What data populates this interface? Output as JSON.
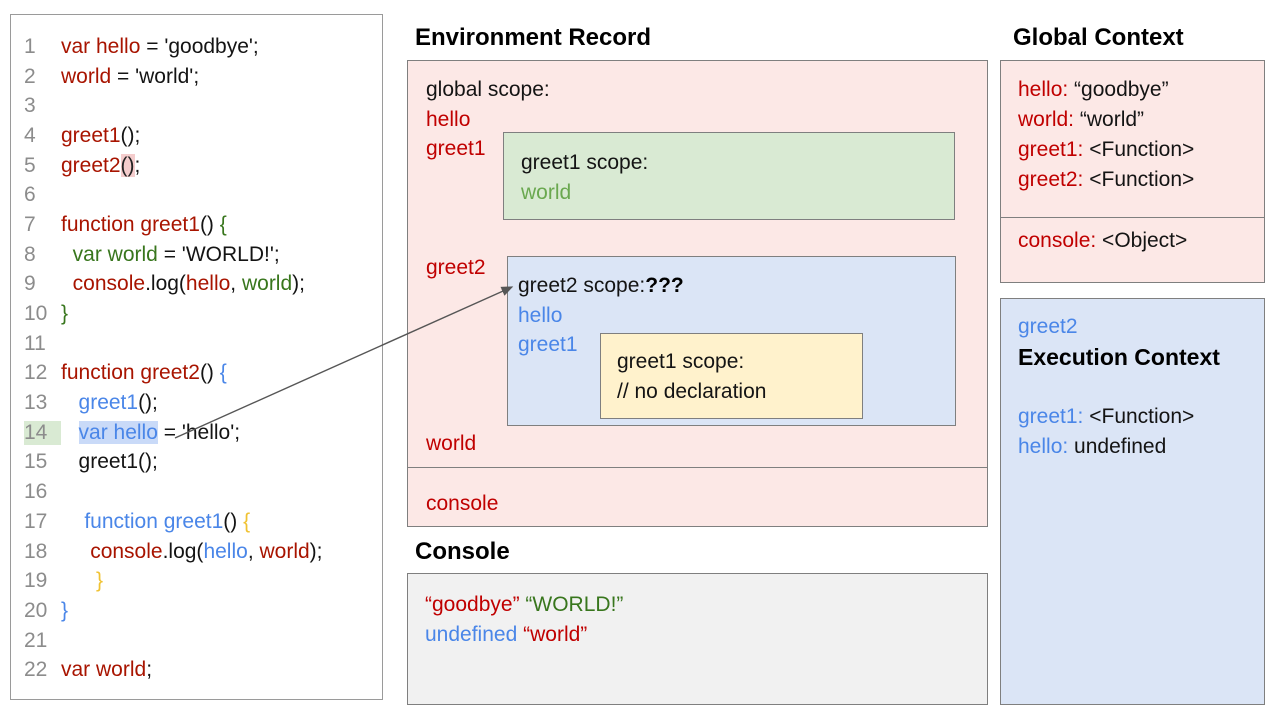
{
  "colors": {
    "pink_bg": "#fce8e6",
    "green_bg": "#d9ead3",
    "blue_bg": "#dbe5f6",
    "yellow_bg": "#fff2cc",
    "gray_bg": "#f1f1f1",
    "code_red": "#a81400",
    "panel_red": "#c00000",
    "green_text": "#38761d",
    "light_green_text": "#6aa84f",
    "blue_text": "#4a86e8",
    "yellow_text": "#f0c232",
    "highlight_pink": "#f4cccc",
    "highlight_blue": "#c9daf8",
    "highlight_green": "#d9ead3"
  },
  "code_panel": {
    "lines": [
      {
        "num": "1",
        "tokens": [
          {
            "t": "var hello",
            "c": "red"
          },
          {
            "t": " = 'goodbye';",
            "c": "k"
          }
        ]
      },
      {
        "num": "2",
        "tokens": [
          {
            "t": "world",
            "c": "red"
          },
          {
            "t": " = 'world';",
            "c": "k"
          }
        ]
      },
      {
        "num": "3",
        "tokens": []
      },
      {
        "num": "4",
        "tokens": [
          {
            "t": "greet1",
            "c": "red"
          },
          {
            "t": "();",
            "c": "k"
          }
        ]
      },
      {
        "num": "5",
        "tokens": [
          {
            "t": "greet2",
            "c": "red"
          },
          {
            "t": "()",
            "c": "hlpink"
          },
          {
            "t": ";",
            "c": "k"
          }
        ]
      },
      {
        "num": "6",
        "tokens": []
      },
      {
        "num": "7",
        "tokens": [
          {
            "t": "function greet1",
            "c": "red"
          },
          {
            "t": "() ",
            "c": "k"
          },
          {
            "t": "{",
            "c": "green"
          }
        ]
      },
      {
        "num": "8",
        "tokens": [
          {
            "t": "  ",
            "c": "k"
          },
          {
            "t": "var world",
            "c": "green"
          },
          {
            "t": " = 'WORLD!';",
            "c": "k"
          }
        ]
      },
      {
        "num": "9",
        "tokens": [
          {
            "t": "  ",
            "c": "k"
          },
          {
            "t": "console",
            "c": "red"
          },
          {
            "t": ".log(",
            "c": "k"
          },
          {
            "t": "hello",
            "c": "red"
          },
          {
            "t": ", ",
            "c": "k"
          },
          {
            "t": "world",
            "c": "green"
          },
          {
            "t": ");",
            "c": "k"
          }
        ]
      },
      {
        "num": "10",
        "tokens": [
          {
            "t": "}",
            "c": "green"
          }
        ]
      },
      {
        "num": "11",
        "tokens": []
      },
      {
        "num": "12",
        "tokens": [
          {
            "t": "function greet2",
            "c": "red"
          },
          {
            "t": "() ",
            "c": "k"
          },
          {
            "t": "{",
            "c": "blue"
          }
        ]
      },
      {
        "num": "13",
        "tokens": [
          {
            "t": "   ",
            "c": "k"
          },
          {
            "t": "greet1",
            "c": "blue"
          },
          {
            "t": "();",
            "c": "k"
          }
        ]
      },
      {
        "num": "14",
        "num_highlight": true,
        "tokens": [
          {
            "t": "   ",
            "c": "k"
          },
          {
            "t": "var hello",
            "c": "hlblue"
          },
          {
            "t": " = 'hello';",
            "c": "k"
          }
        ]
      },
      {
        "num": "15",
        "tokens": [
          {
            "t": "   ",
            "c": "k"
          },
          {
            "t": "greet1();",
            "c": "k"
          }
        ]
      },
      {
        "num": "16",
        "tokens": []
      },
      {
        "num": "17",
        "tokens": [
          {
            "t": "    ",
            "c": "k"
          },
          {
            "t": "function greet1",
            "c": "blue"
          },
          {
            "t": "() ",
            "c": "k"
          },
          {
            "t": "{",
            "c": "yellow"
          }
        ]
      },
      {
        "num": "18",
        "tokens": [
          {
            "t": "     ",
            "c": "k"
          },
          {
            "t": "console",
            "c": "red"
          },
          {
            "t": ".log(",
            "c": "k"
          },
          {
            "t": "hello",
            "c": "blue"
          },
          {
            "t": ", ",
            "c": "k"
          },
          {
            "t": "world",
            "c": "red"
          },
          {
            "t": ");",
            "c": "k"
          }
        ]
      },
      {
        "num": "19",
        "tokens": [
          {
            "t": "      ",
            "c": "k"
          },
          {
            "t": "}",
            "c": "yellow"
          }
        ]
      },
      {
        "num": "20",
        "tokens": [
          {
            "t": "}",
            "c": "blue"
          }
        ]
      },
      {
        "num": "21",
        "tokens": []
      },
      {
        "num": "22",
        "tokens": [
          {
            "t": "var world",
            "c": "red"
          },
          {
            "t": ";",
            "c": "k"
          }
        ]
      }
    ]
  },
  "environment_record": {
    "title": "Environment Record",
    "global_scope_label": "global scope:",
    "var_hello": "hello",
    "var_greet1": "greet1",
    "var_greet2": "greet2",
    "var_world": "world",
    "console_cell": "console",
    "greet1_scope": {
      "label": "greet1 scope:",
      "var_world": "world"
    },
    "greet2_scope": {
      "label_tokens": [
        {
          "t": "greet2 scope:",
          "c": "k"
        },
        {
          "t": "???",
          "c": "bold"
        }
      ],
      "var_hello": "hello",
      "var_greet1": "greet1",
      "greet1_scope": {
        "label": "greet1 scope:",
        "comment": "// no declaration"
      }
    }
  },
  "console_panel": {
    "title": "Console",
    "lines": [
      [
        {
          "t": "“goodbye”",
          "c": "red2"
        },
        {
          "t": " ",
          "c": "k"
        },
        {
          "t": "“WORLD!”",
          "c": "green"
        }
      ],
      [
        {
          "t": "undefined",
          "c": "blue"
        },
        {
          "t": " ",
          "c": "k"
        },
        {
          "t": "“world”",
          "c": "red2"
        }
      ]
    ]
  },
  "global_context": {
    "title": "Global Context",
    "section1": [
      [
        {
          "t": "hello:",
          "c": "red2"
        },
        {
          "t": " “goodbye”",
          "c": "k"
        }
      ],
      [
        {
          "t": "world:",
          "c": "red2"
        },
        {
          "t": " “world”",
          "c": "k"
        }
      ],
      [
        {
          "t": "greet1:",
          "c": "red2"
        },
        {
          "t": " <Function>",
          "c": "k"
        }
      ],
      [
        {
          "t": "greet2:",
          "c": "red2"
        },
        {
          "t": " <Function>",
          "c": "k"
        }
      ]
    ],
    "section2": [
      [
        {
          "t": "console:",
          "c": "red2"
        },
        {
          "t": " <Object>",
          "c": "k"
        }
      ]
    ]
  },
  "greet2_execution_context": {
    "name": "greet2",
    "title": "Execution Context",
    "entries": [
      [
        {
          "t": "greet1:",
          "c": "blue"
        },
        {
          "t": " <Function>",
          "c": "k"
        }
      ],
      [
        {
          "t": "hello:",
          "c": "blue"
        },
        {
          "t": " undefined",
          "c": "k"
        }
      ]
    ]
  }
}
